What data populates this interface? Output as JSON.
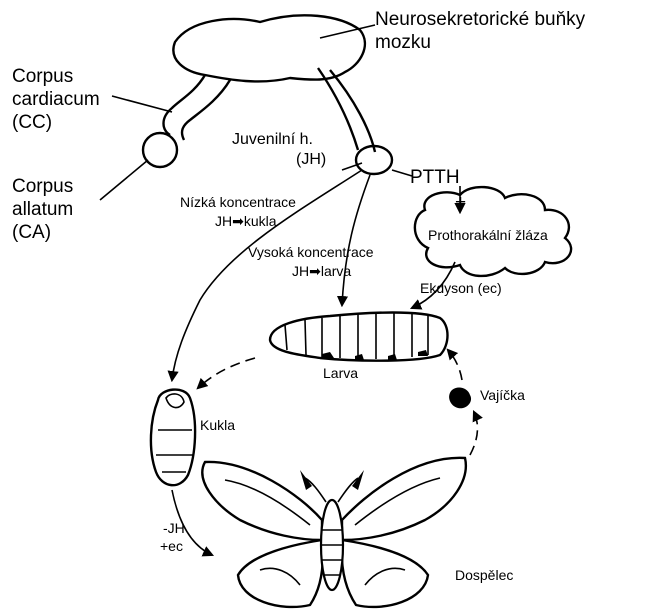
{
  "brain_cells_label": [
    "Neurosekretorické buňky",
    "mozku"
  ],
  "cc_label": [
    "Corpus",
    "cardiacum",
    "(CC)"
  ],
  "ca_label": [
    "Corpus",
    "allatum",
    "(CA)"
  ],
  "jh_label": [
    "Juvenilní h.",
    "(JH)"
  ],
  "ptth_label": "PTTH",
  "plus_sign": "+",
  "gland_label": "Prothorakální žláza",
  "low_conc_label": [
    "Nízká koncentrace",
    "JH➡kukla"
  ],
  "high_conc_label": [
    "Vysoká koncentrace",
    "JH➡larva"
  ],
  "ecdysone_label": "Ekdyson (ec)",
  "larva_label": "Larva",
  "eggs_label": "Vajíčka",
  "pupa_label": "Kukla",
  "adult_label": "Dospělec",
  "transition_label": [
    "-JH",
    "+ec"
  ]
}
